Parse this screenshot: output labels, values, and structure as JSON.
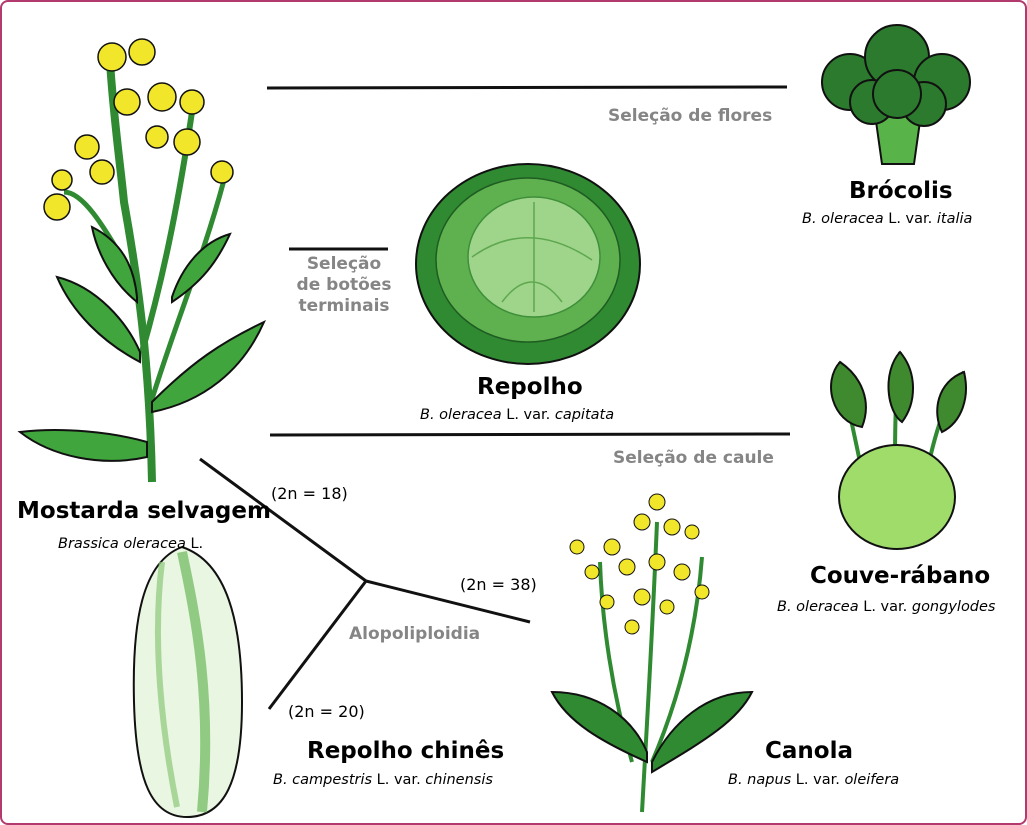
{
  "plants": {
    "mostarda": {
      "name": "Mostarda selvagem",
      "sci_genus": "Brassica oleracea",
      "sci_author": " L."
    },
    "brocolis": {
      "name": "Brócolis",
      "sci_genus": "B. oleracea",
      "sci_mid": " L. var. ",
      "sci_var": "italia"
    },
    "repolho": {
      "name": "Repolho",
      "sci_genus": "B. oleracea",
      "sci_mid": " L. var. ",
      "sci_var": "capitata"
    },
    "couve": {
      "name": "Couve-rábano",
      "sci_genus": "B. oleracea",
      "sci_mid": " L. var. ",
      "sci_var": "gongylodes"
    },
    "repolho_chines": {
      "name": "Repolho chinês",
      "sci_genus": "B. campestris",
      "sci_mid": " L. var. ",
      "sci_var": "chinensis"
    },
    "canola": {
      "name": "Canola",
      "sci_genus": "B. napus",
      "sci_mid": " L. var. ",
      "sci_var": "oleifera"
    }
  },
  "selections": {
    "flores": "Seleção de flores",
    "botoes_1": "Seleção",
    "botoes_2": "de botões",
    "botoes_3": "terminais",
    "caule": "Seleção de caule",
    "alopoliploidia": "Alopoliploidia"
  },
  "chromosomes": {
    "oleracea": "(2n = 18)",
    "napus": "(2n = 38)",
    "campestris": "(2n = 20)"
  },
  "colors": {
    "border": "#b23a6e",
    "leaf_dark": "#2f8a32",
    "leaf_light": "#8fd07a",
    "flower": "#f2e62a",
    "label_gray": "#858585"
  }
}
